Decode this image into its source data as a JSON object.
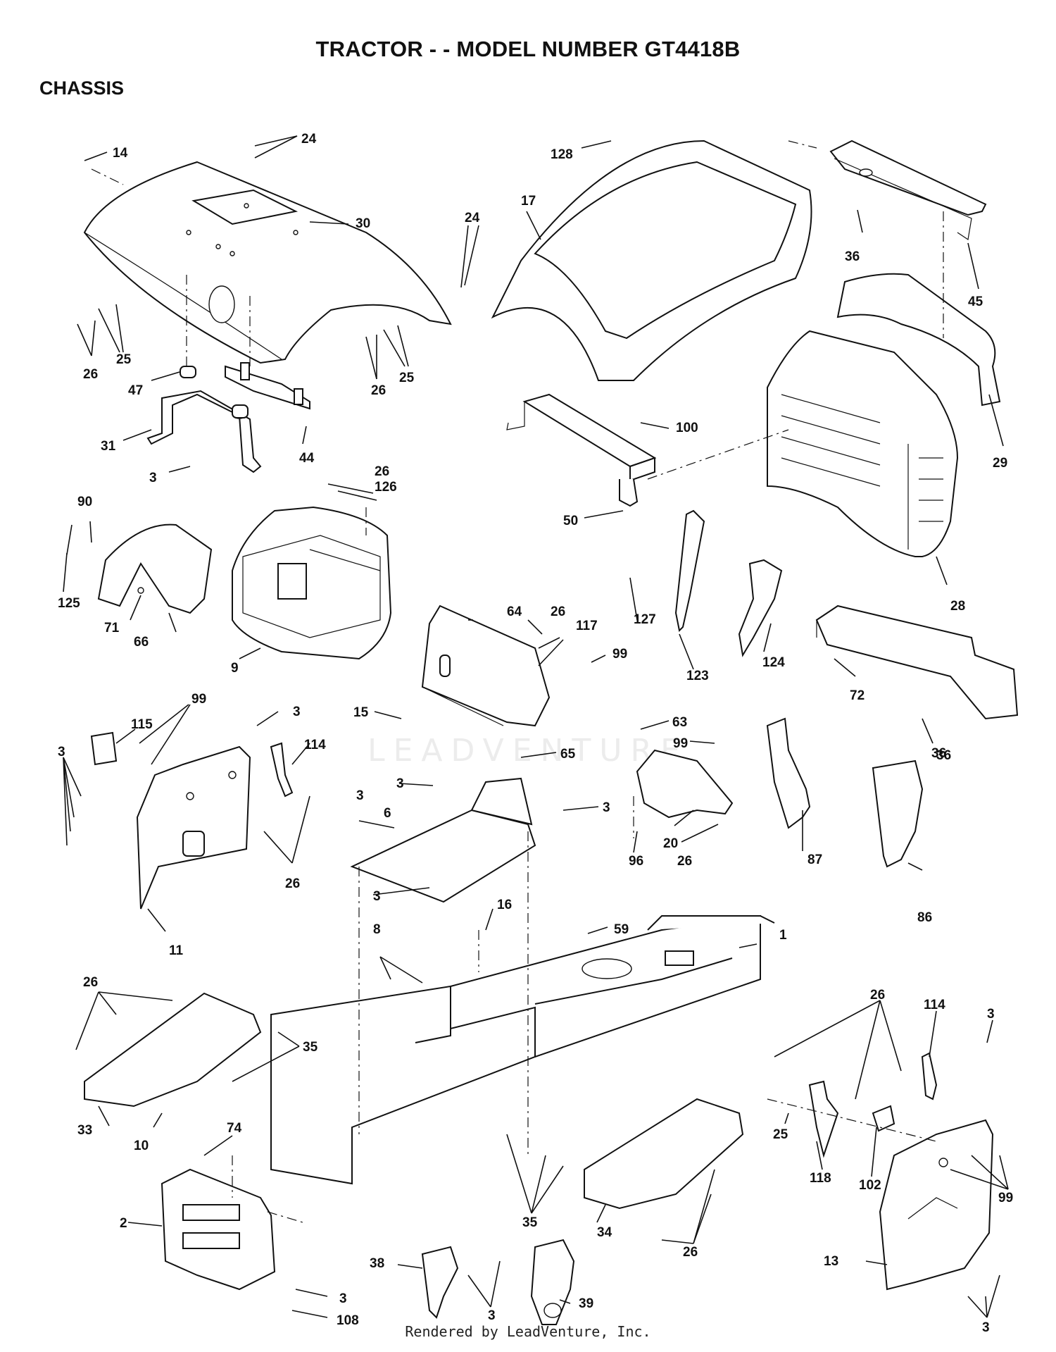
{
  "title": "TRACTOR - - MODEL NUMBER GT4418B",
  "section": "CHASSIS",
  "watermark": "LEADVENTURE",
  "footer": "Rendered by LeadVenture, Inc.",
  "callouts": [
    {
      "id": "c-14",
      "label": "14"
    },
    {
      "id": "c-24a",
      "label": "24"
    },
    {
      "id": "c-30",
      "label": "30"
    },
    {
      "id": "c-24b",
      "label": "24"
    },
    {
      "id": "c-25a",
      "label": "25"
    },
    {
      "id": "c-26a",
      "label": "26"
    },
    {
      "id": "c-25b",
      "label": "25"
    },
    {
      "id": "c-26b",
      "label": "26"
    },
    {
      "id": "c-47",
      "label": "47"
    },
    {
      "id": "c-31",
      "label": "31"
    },
    {
      "id": "c-44",
      "label": "44"
    },
    {
      "id": "c-3a",
      "label": "3"
    },
    {
      "id": "c-128",
      "label": "128"
    },
    {
      "id": "c-17",
      "label": "17"
    },
    {
      "id": "c-36a",
      "label": "36"
    },
    {
      "id": "c-45",
      "label": "45"
    },
    {
      "id": "c-29",
      "label": "29"
    },
    {
      "id": "c-100",
      "label": "100"
    },
    {
      "id": "c-50",
      "label": "50"
    },
    {
      "id": "c-28",
      "label": "28"
    },
    {
      "id": "c-26c",
      "label": "26"
    },
    {
      "id": "c-126",
      "label": "126"
    },
    {
      "id": "c-90",
      "label": "90"
    },
    {
      "id": "c-125",
      "label": "125"
    },
    {
      "id": "c-71",
      "label": "71"
    },
    {
      "id": "c-66",
      "label": "66"
    },
    {
      "id": "c-9",
      "label": "9"
    },
    {
      "id": "c-64",
      "label": "64"
    },
    {
      "id": "c-26d",
      "label": "26"
    },
    {
      "id": "c-117",
      "label": "117"
    },
    {
      "id": "c-99a",
      "label": "99"
    },
    {
      "id": "c-127",
      "label": "127"
    },
    {
      "id": "c-123",
      "label": "123"
    },
    {
      "id": "c-124",
      "label": "124"
    },
    {
      "id": "c-72",
      "label": "72"
    },
    {
      "id": "c-36b",
      "label": "36"
    },
    {
      "id": "c-99b",
      "label": "99"
    },
    {
      "id": "c-3b",
      "label": "3"
    },
    {
      "id": "c-115",
      "label": "115"
    },
    {
      "id": "c-114a",
      "label": "114"
    },
    {
      "id": "c-3c",
      "label": "3"
    },
    {
      "id": "c-26e",
      "label": "26"
    },
    {
      "id": "c-11",
      "label": "11"
    },
    {
      "id": "c-15",
      "label": "15"
    },
    {
      "id": "c-63",
      "label": "63"
    },
    {
      "id": "c-99c",
      "label": "99"
    },
    {
      "id": "c-65",
      "label": "65"
    },
    {
      "id": "c-3d",
      "label": "3"
    },
    {
      "id": "c-3e",
      "label": "3"
    },
    {
      "id": "c-6",
      "label": "6"
    },
    {
      "id": "c-3f",
      "label": "3"
    },
    {
      "id": "c-96",
      "label": "96"
    },
    {
      "id": "c-20",
      "label": "20"
    },
    {
      "id": "c-26f",
      "label": "26"
    },
    {
      "id": "c-3g",
      "label": "3"
    },
    {
      "id": "c-16",
      "label": "16"
    },
    {
      "id": "c-87",
      "label": "87"
    },
    {
      "id": "c-36c",
      "label": "36"
    },
    {
      "id": "c-86",
      "label": "86"
    },
    {
      "id": "c-8",
      "label": "8"
    },
    {
      "id": "c-59",
      "label": "59"
    },
    {
      "id": "c-1",
      "label": "1"
    },
    {
      "id": "c-26g",
      "label": "26"
    },
    {
      "id": "c-35a",
      "label": "35"
    },
    {
      "id": "c-33",
      "label": "33"
    },
    {
      "id": "c-10",
      "label": "10"
    },
    {
      "id": "c-74",
      "label": "74"
    },
    {
      "id": "c-2",
      "label": "2"
    },
    {
      "id": "c-3h",
      "label": "3"
    },
    {
      "id": "c-108",
      "label": "108"
    },
    {
      "id": "c-38",
      "label": "38"
    },
    {
      "id": "c-35b",
      "label": "35"
    },
    {
      "id": "c-3i",
      "label": "3"
    },
    {
      "id": "c-39",
      "label": "39"
    },
    {
      "id": "c-34",
      "label": "34"
    },
    {
      "id": "c-26h",
      "label": "26"
    },
    {
      "id": "c-26i",
      "label": "26"
    },
    {
      "id": "c-114b",
      "label": "114"
    },
    {
      "id": "c-3j",
      "label": "3"
    },
    {
      "id": "c-25c",
      "label": "25"
    },
    {
      "id": "c-118",
      "label": "118"
    },
    {
      "id": "c-102",
      "label": "102"
    },
    {
      "id": "c-99d",
      "label": "99"
    },
    {
      "id": "c-13",
      "label": "13"
    },
    {
      "id": "c-3k",
      "label": "3"
    }
  ]
}
